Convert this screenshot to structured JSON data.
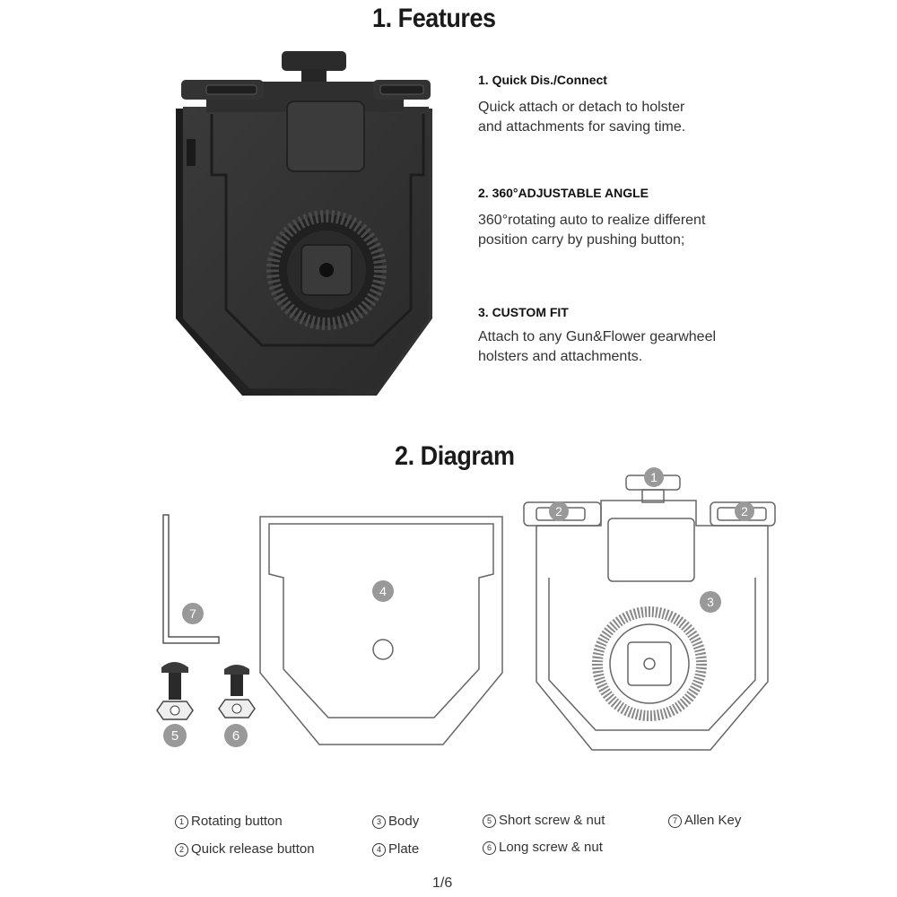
{
  "features": {
    "title": "1. Features",
    "items": [
      {
        "heading": "1. Quick Dis./Connect",
        "body_lines": [
          "Quick attach or detach to holster",
          "and attachments for saving time."
        ]
      },
      {
        "heading": "2. 360°ADJUSTABLE ANGLE",
        "body_lines": [
          "360°rotating auto to realize different",
          "position carry by pushing button;"
        ]
      },
      {
        "heading": "3. CUSTOM FIT",
        "body_lines": [
          "Attach to any Gun&Flower gearwheel",
          "holsters and attachments."
        ]
      }
    ]
  },
  "diagram": {
    "title": "2. Diagram",
    "callouts": {
      "c1": "1",
      "c2a": "2",
      "c2b": "2",
      "c3": "3",
      "c4": "4",
      "c5": "5",
      "c6": "6",
      "c7": "7"
    },
    "legend": [
      {
        "num": "1",
        "text": "Rotating button"
      },
      {
        "num": "2",
        "text": "Quick release button"
      },
      {
        "num": "3",
        "text": "Body"
      },
      {
        "num": "4",
        "text": "Plate"
      },
      {
        "num": "5",
        "text": "Short screw & nut"
      },
      {
        "num": "6",
        "text": "Long screw & nut"
      },
      {
        "num": "7",
        "text": "Allen Key"
      }
    ]
  },
  "footer": {
    "page": "1/6"
  }
}
